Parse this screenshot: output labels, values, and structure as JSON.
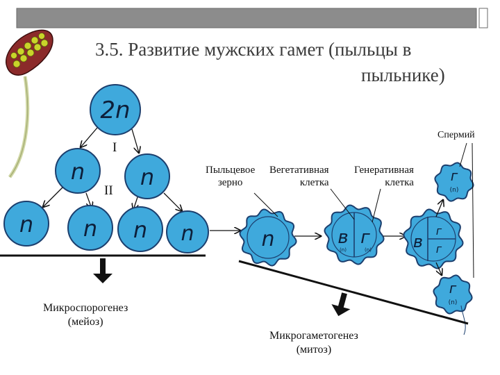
{
  "title": {
    "line1": "3.5. Развитие мужских гамет (пыльцы в",
    "line2": "пыльнике)"
  },
  "roman": {
    "one": "I",
    "two": "II"
  },
  "cells": {
    "diploid": "2n",
    "haploid": "n",
    "vegetative": "в",
    "generative": "г",
    "ploidy_small": "(n)"
  },
  "labels": {
    "sperm": "Спермий",
    "pollen_grain_1": "Пыльцевое",
    "pollen_grain_2": "зерно",
    "vegetative_1": "Вегетативная",
    "vegetative_2": "клетка",
    "generative_1": "Генеративная",
    "generative_2": "клетка"
  },
  "processes": {
    "microsporogenesis": "Микроспорогенез",
    "meiosis": "(мейоз)",
    "microgametogenesis": "Микрогаметогенез",
    "mitosis": "(митоз)"
  },
  "colors": {
    "cell_fill": "#3fa9dc",
    "cell_stroke": "#1c3f6e",
    "title_bar": "#808080",
    "title_text": "#3a3a3a",
    "anther": "#8b2a2a",
    "pollen": "#c9d42a",
    "stem": "#d9dfb0"
  }
}
